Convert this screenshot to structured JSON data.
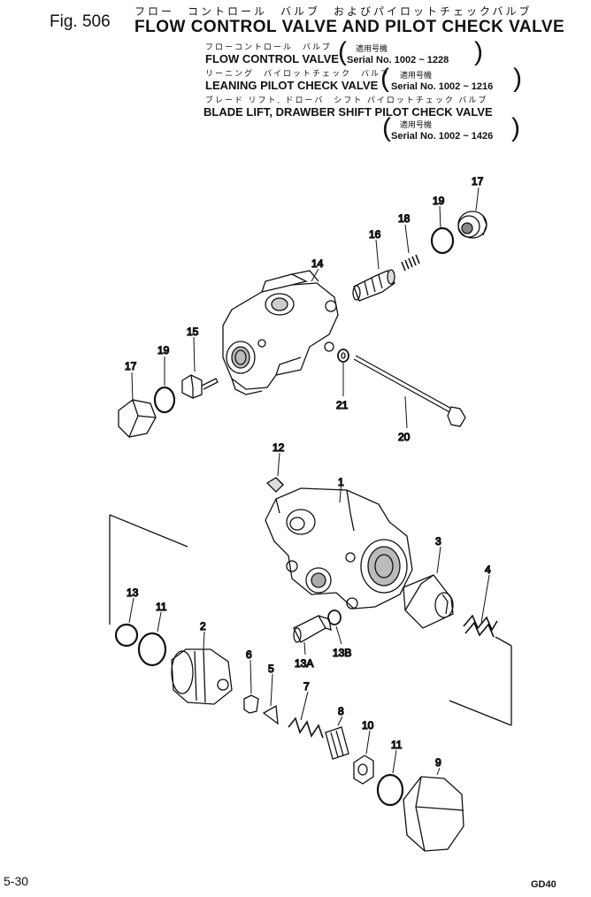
{
  "header": {
    "fig_label": "Fig. 506",
    "title_jp": "フロー　コントロール　バルブ　およびパイロットチェックバルブ",
    "title_en": "FLOW CONTROL VALVE AND PILOT CHECK VALVE"
  },
  "subtitles": [
    {
      "jp": "フローコントロール　バルブ",
      "en": "FLOW CONTROL VALVE",
      "serial_jp": "適用号機",
      "serial": "Serial No. 1002 ~ 1228"
    },
    {
      "jp": "リーニング　パイロットチェック　バルブ",
      "en": "LEANING PILOT CHECK VALVE",
      "serial_jp": "適用号機",
      "serial": "Serial No. 1002 ~ 1216"
    },
    {
      "jp": "ブレード リフト, ドローバ　シフト パイロットチェック バルブ",
      "en": "BLADE LIFT, DRAWBER SHIFT PILOT CHECK VALVE",
      "serial_jp": "適用号機",
      "serial": "Serial No. 1002 ~ 1426"
    }
  ],
  "callouts": [
    "17",
    "19",
    "18",
    "16",
    "14",
    "15",
    "19",
    "17",
    "21",
    "20",
    "12",
    "1",
    "3",
    "4",
    "13",
    "11",
    "2",
    "6",
    "5",
    "7",
    "8",
    "10",
    "11",
    "9",
    "13B",
    "13A"
  ],
  "footer": {
    "page": "5-30",
    "model": "GD40"
  }
}
